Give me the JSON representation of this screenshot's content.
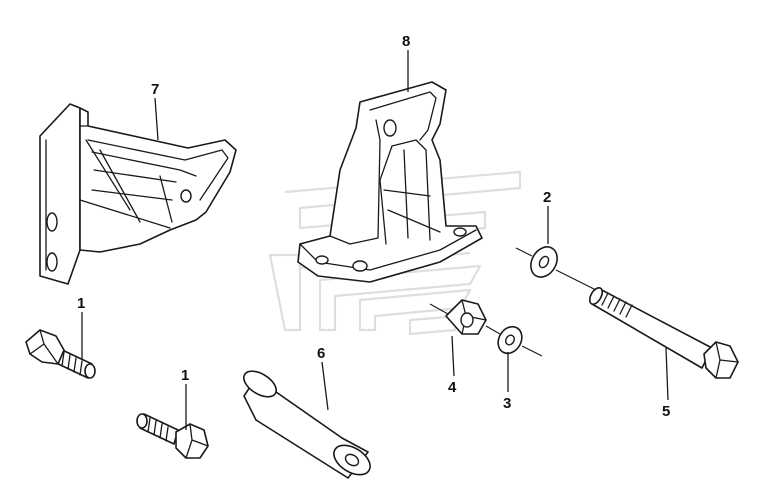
{
  "callouts": {
    "c1a": "1",
    "c1b": "1",
    "c2": "2",
    "c3": "3",
    "c4": "4",
    "c5": "5",
    "c6": "6",
    "c7": "7",
    "c8": "8"
  },
  "colors": {
    "line": "#1a1a1a",
    "watermark": "#dedede",
    "background": "#ffffff"
  }
}
